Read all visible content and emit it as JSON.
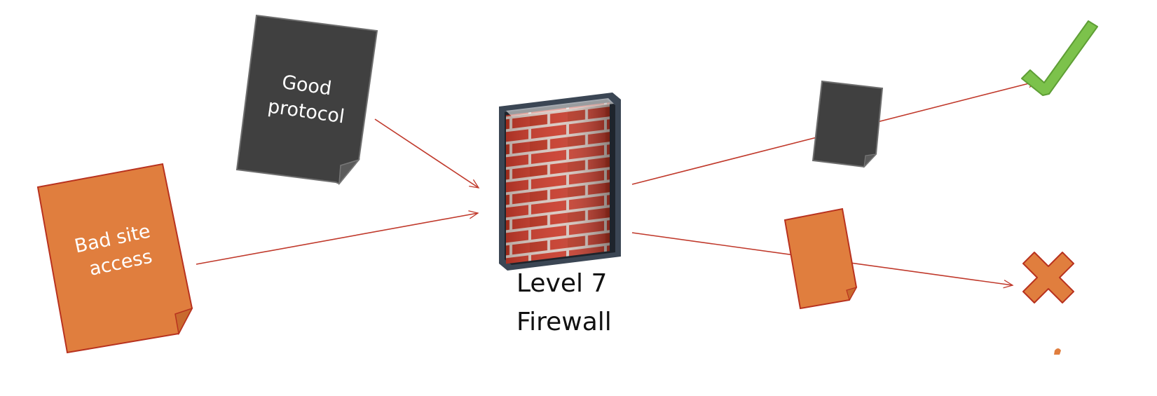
{
  "documents": {
    "good_protocol": {
      "line1": "Good",
      "line2": "protocol"
    },
    "bad_site": {
      "line1": "Bad site",
      "line2": "access"
    }
  },
  "firewall": {
    "line1": "Level 7",
    "line2": "Firewall"
  },
  "outcomes": {
    "allowed_icon": "checkmark-icon",
    "blocked_icon": "x-cross-icon"
  },
  "colors": {
    "dark_doc": "#404040",
    "orange_doc": "#E07E3E",
    "arrow": "#C0392B",
    "brick": "#C83A2A",
    "check": "#7CC24B",
    "cross": "#E07E3E"
  }
}
